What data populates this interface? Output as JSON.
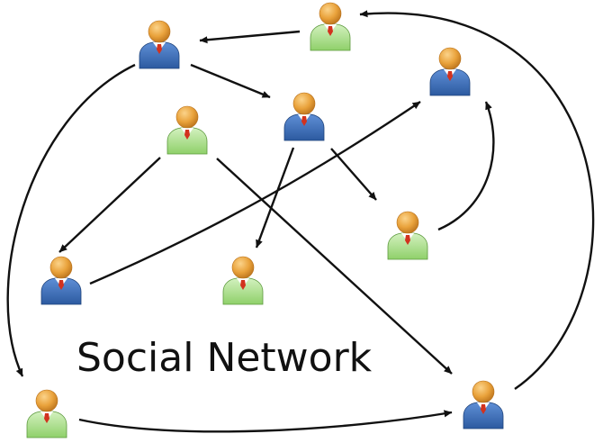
{
  "caption": "Social Network",
  "colors": {
    "head": "#e9a23b",
    "head_light": "#fbd38a",
    "head_dark": "#b8701a",
    "blue_body": "#2c5aa0",
    "blue_body_light": "#5f8fd6",
    "green_body": "#8fd06a",
    "green_body_light": "#d3f1bf",
    "collar": "#ffffff",
    "tie": "#d2321e",
    "edge": "#111111"
  },
  "nodes": [
    {
      "id": "n1",
      "kind": "blue"
    },
    {
      "id": "n2",
      "kind": "green"
    },
    {
      "id": "n3",
      "kind": "blue"
    },
    {
      "id": "n4",
      "kind": "green"
    },
    {
      "id": "n5",
      "kind": "blue"
    },
    {
      "id": "n6",
      "kind": "green"
    },
    {
      "id": "n7",
      "kind": "blue"
    },
    {
      "id": "n8",
      "kind": "green"
    },
    {
      "id": "n9",
      "kind": "green"
    },
    {
      "id": "n10",
      "kind": "blue"
    }
  ],
  "edges": [
    {
      "from": "n2",
      "to": "n1"
    },
    {
      "from": "n1",
      "to": "n5"
    },
    {
      "from": "n1",
      "to": "n9"
    },
    {
      "from": "n10",
      "to": "n2"
    },
    {
      "from": "n4",
      "to": "n7"
    },
    {
      "from": "n4",
      "to": "n10"
    },
    {
      "from": "n5",
      "to": "n8"
    },
    {
      "from": "n5",
      "to": "n6"
    },
    {
      "from": "n6",
      "to": "n3"
    },
    {
      "from": "n7",
      "to": "n3"
    },
    {
      "from": "n9",
      "to": "n10"
    }
  ]
}
